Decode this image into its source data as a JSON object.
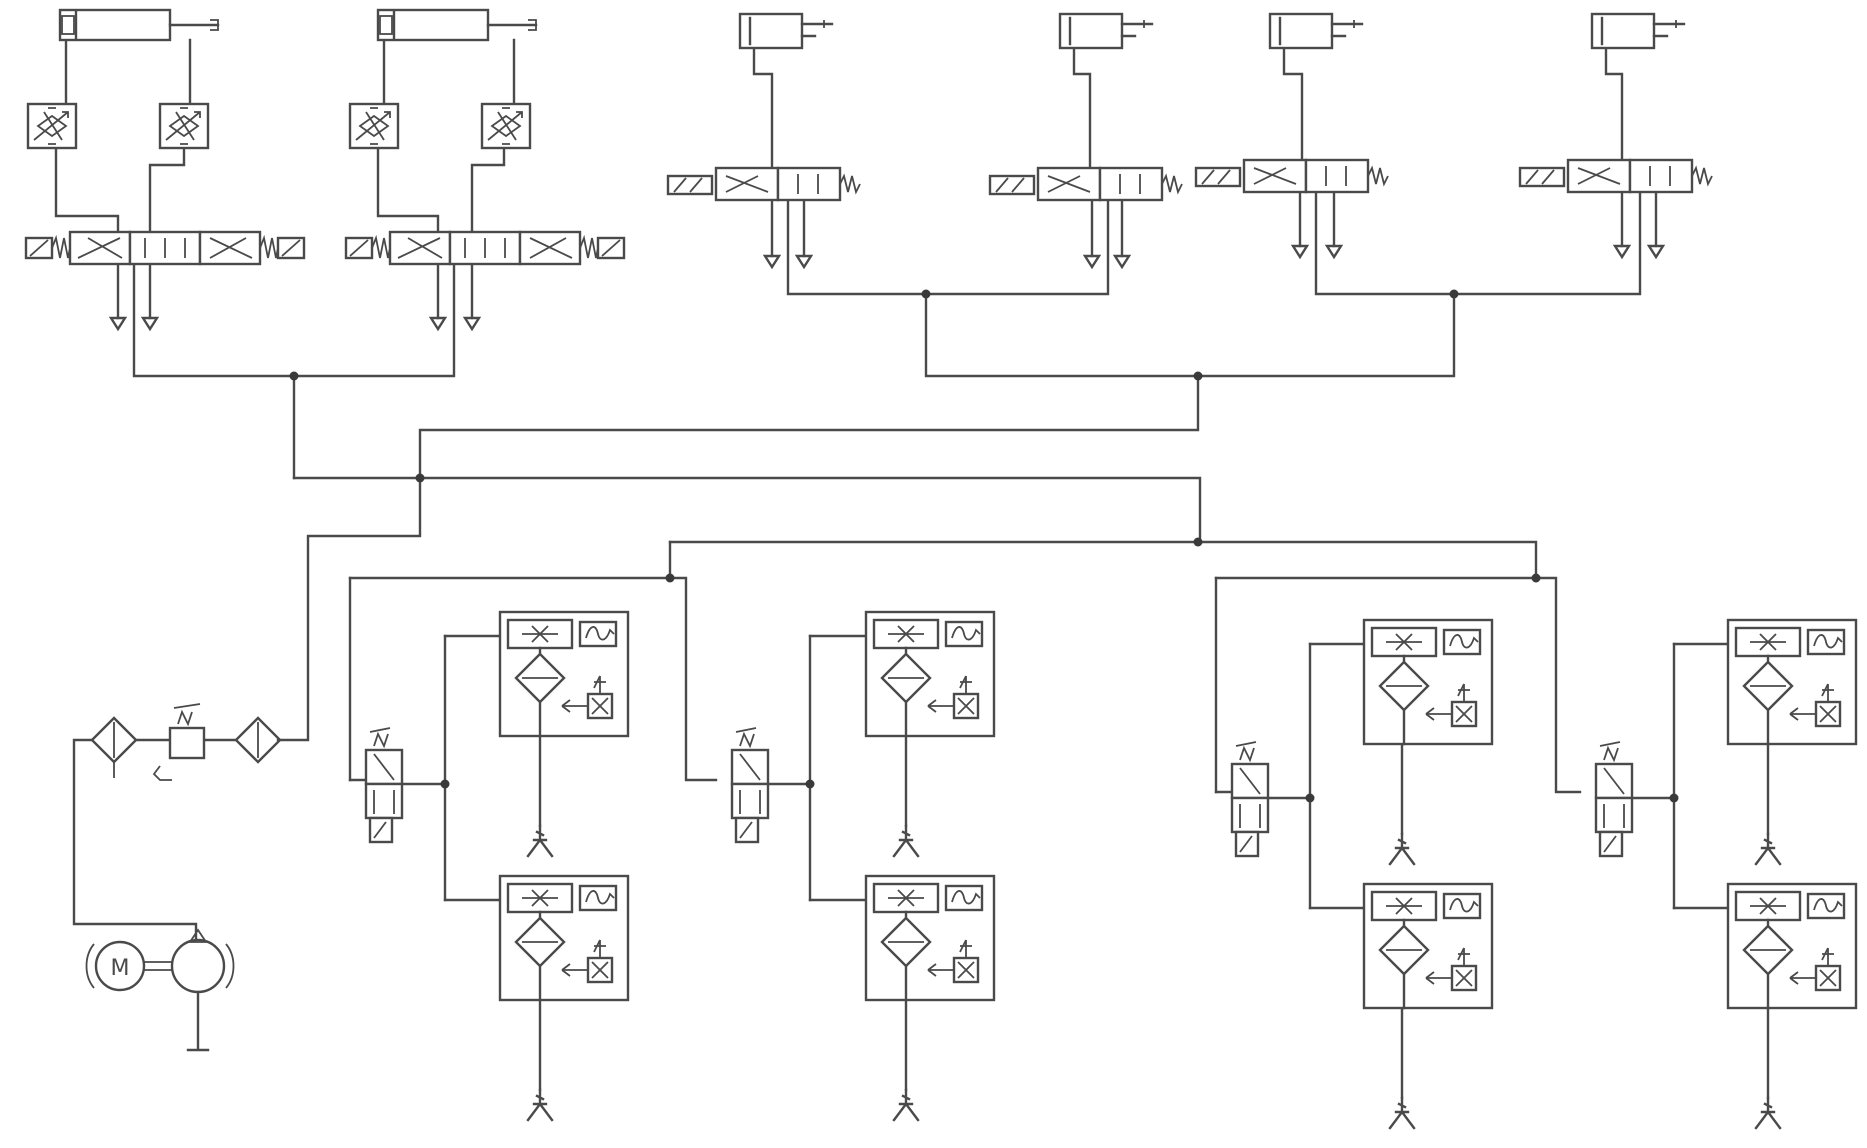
{
  "diagram": {
    "kind": "pneumatic circuit schematic",
    "colors": {
      "line": "#4a4a4a",
      "background": "#ffffff"
    },
    "motor_label": "M",
    "components": {
      "double_acting_cylinders": 2,
      "flow_control_valves": 4,
      "five_port_double_solenoid_valves": 2,
      "single_acting_cylinders": 4,
      "spring_return_directional_valves": 4,
      "solenoid_directional_valves": 4,
      "vacuum_ejector_units": 8,
      "vacuum_suction_cups": 8,
      "air_filters": 2,
      "pressure_regulator": 1,
      "motor": 1,
      "compressor_pump": 1
    }
  }
}
